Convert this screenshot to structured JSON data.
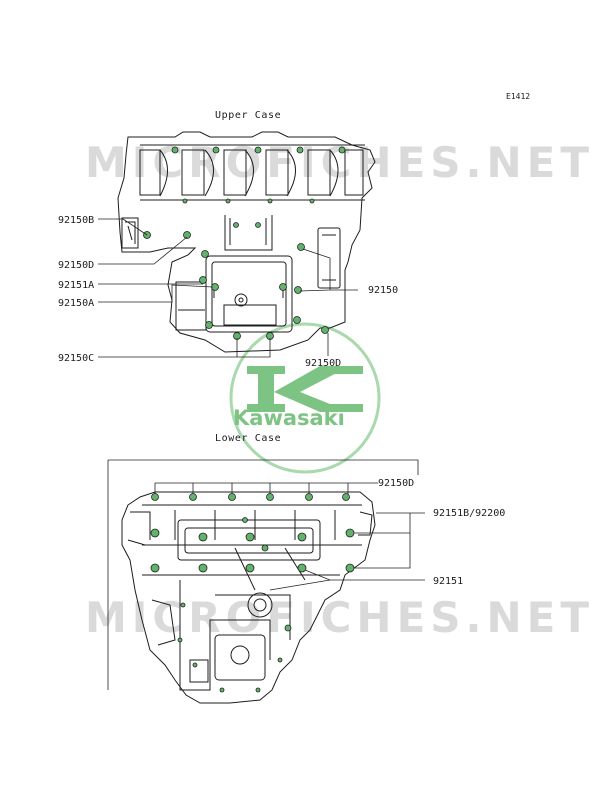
{
  "diagram_code": "E1412",
  "watermark_text": "MICROFICHES.NET",
  "logo": {
    "wordmark": "Kawasaki",
    "color": "#7dc383"
  },
  "colors": {
    "bolt_fill": "#5fb36a",
    "line": "#1d1d1d",
    "watermark": "#d9d9d9"
  },
  "upper_case": {
    "title": "Upper Case",
    "callouts": [
      "92150B",
      "92150D",
      "92151A",
      "92150A",
      "92150C",
      "92150",
      "92150D"
    ]
  },
  "lower_case": {
    "title": "Lower Case",
    "callouts": [
      "92150D",
      "92151B/92200",
      "92151"
    ]
  }
}
